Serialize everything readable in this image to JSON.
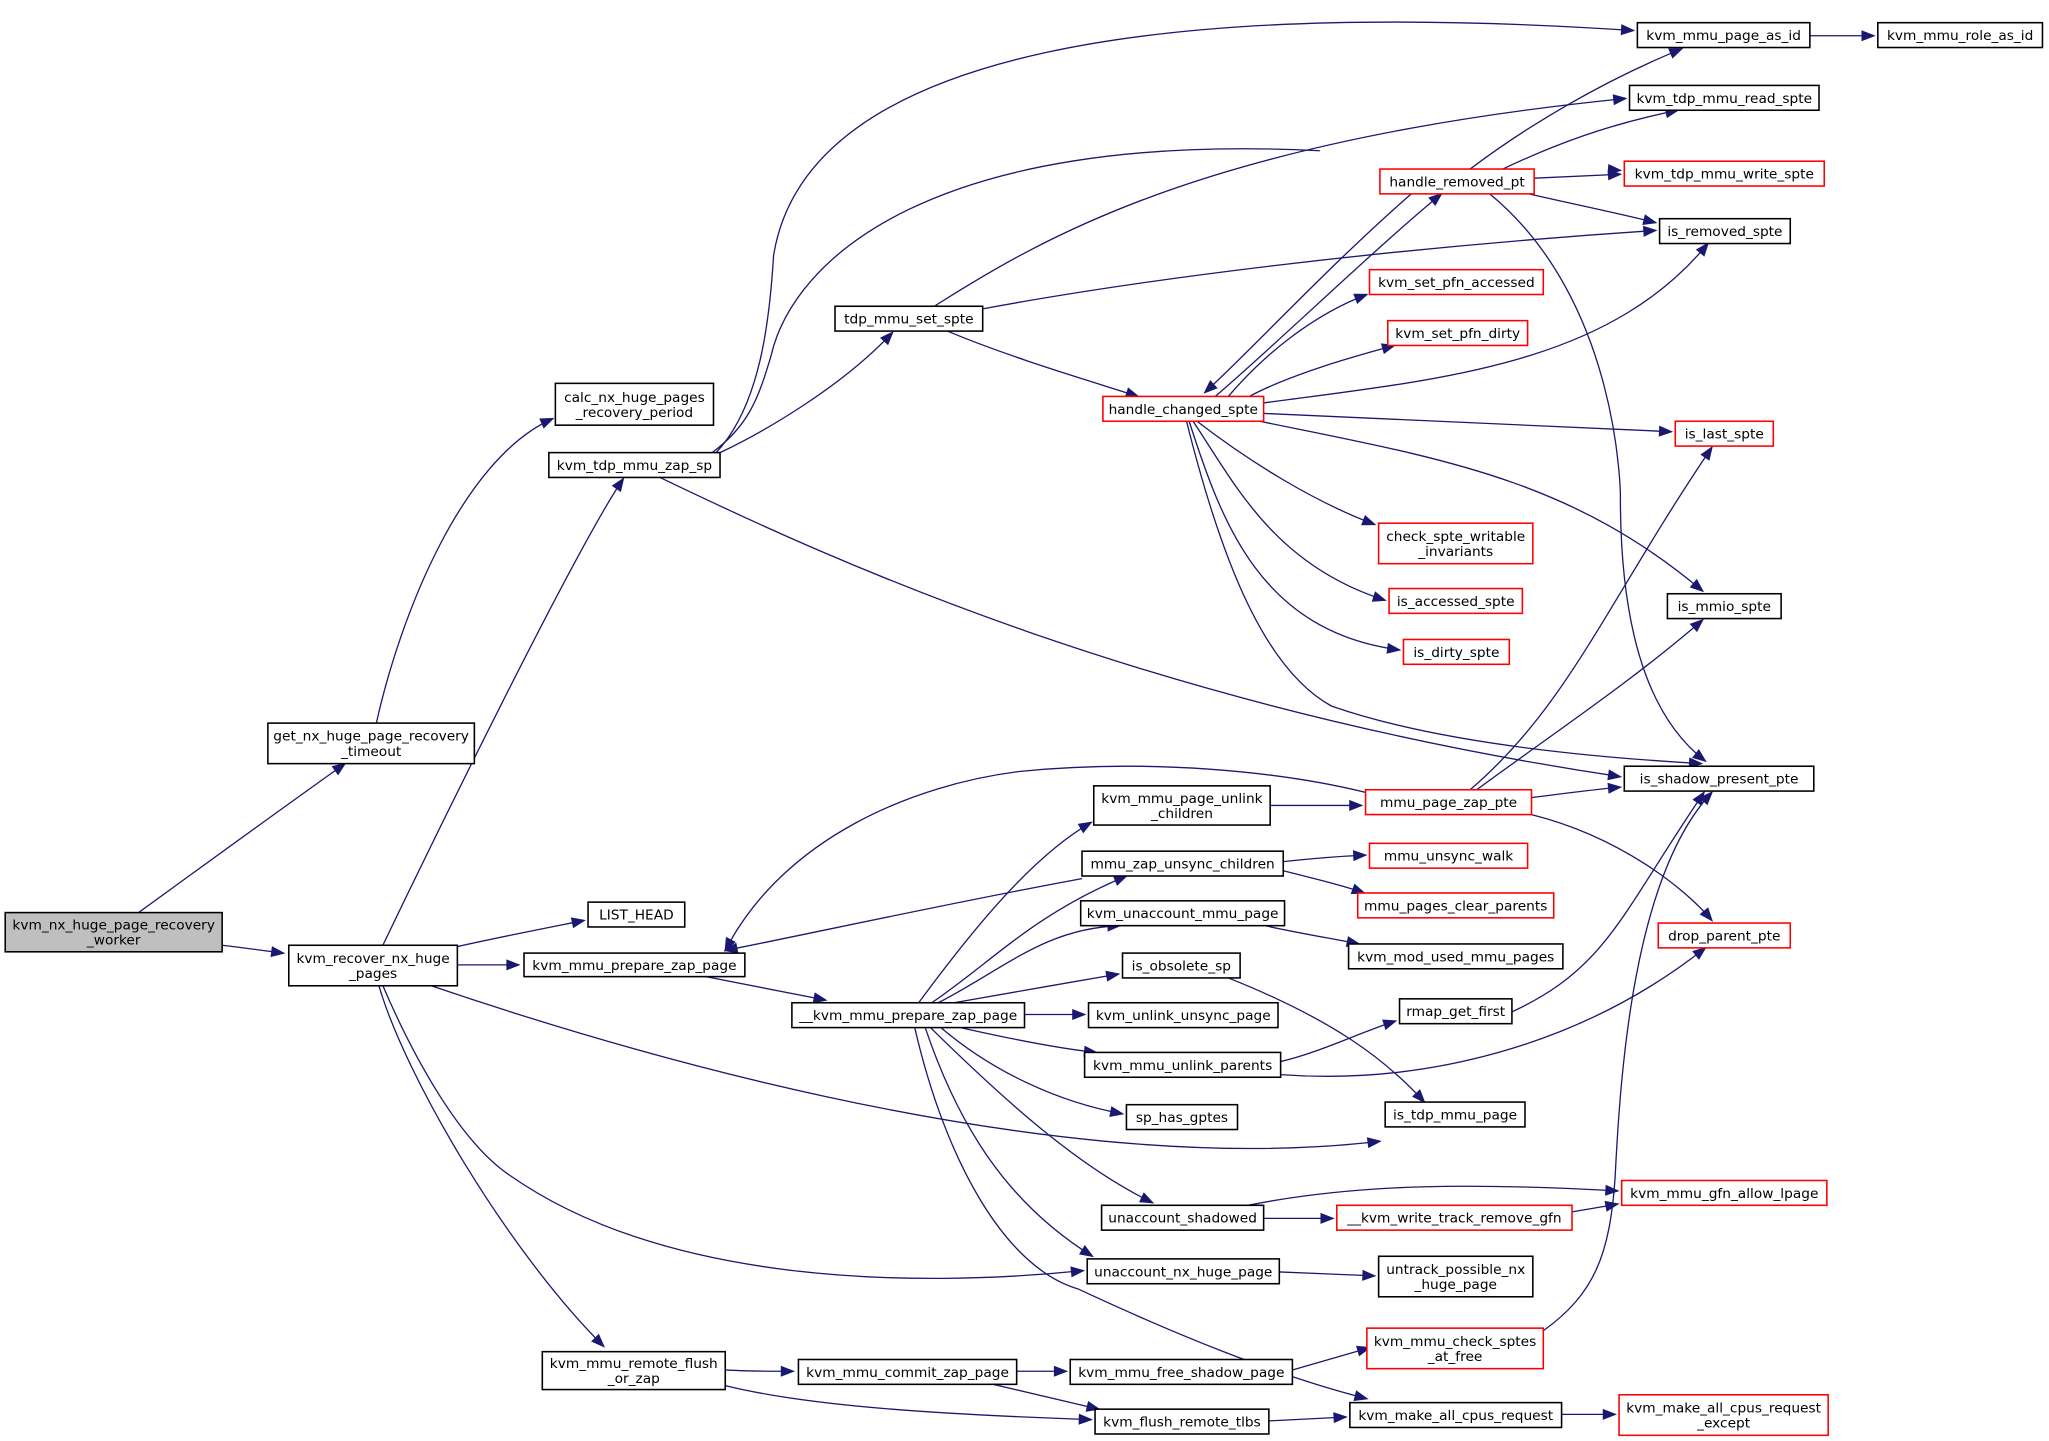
{
  "title": "",
  "colors": {
    "edge": "#191970",
    "border_black": "#000000",
    "border_red": "#ff0000",
    "root_fill": "#bfbfbf",
    "node_fill": "#ffffff",
    "text": "#000000"
  },
  "nodes": [
    {
      "id": "worker",
      "lines": [
        "kvm_nx_huge_page_recovery",
        "_worker"
      ],
      "border": "black",
      "root": true
    },
    {
      "id": "get_timeout",
      "lines": [
        "get_nx_huge_page_recovery",
        "_timeout"
      ],
      "border": "black"
    },
    {
      "id": "calc_period",
      "lines": [
        "calc_nx_huge_pages",
        "_recovery_period"
      ],
      "border": "black"
    },
    {
      "id": "recover",
      "lines": [
        "kvm_recover_nx_huge",
        "_pages"
      ],
      "border": "black"
    },
    {
      "id": "tdp_zap_sp",
      "lines": [
        "kvm_tdp_mmu_zap_sp"
      ],
      "border": "black"
    },
    {
      "id": "list_head",
      "lines": [
        "LIST_HEAD"
      ],
      "border": "black"
    },
    {
      "id": "prep_zap",
      "lines": [
        "kvm_mmu_prepare_zap_page"
      ],
      "border": "black"
    },
    {
      "id": "remote_flush",
      "lines": [
        "kvm_mmu_remote_flush",
        "_or_zap"
      ],
      "border": "black"
    },
    {
      "id": "tdp_set_spte",
      "lines": [
        "tdp_mmu_set_spte"
      ],
      "border": "black"
    },
    {
      "id": "__prep_zap",
      "lines": [
        "__kvm_mmu_prepare_zap_page"
      ],
      "border": "black"
    },
    {
      "id": "commit_zap",
      "lines": [
        "kvm_mmu_commit_zap_page"
      ],
      "border": "black"
    },
    {
      "id": "handle_changed",
      "lines": [
        "handle_changed_spte"
      ],
      "border": "red"
    },
    {
      "id": "unlink_children",
      "lines": [
        "kvm_mmu_page_unlink",
        "_children"
      ],
      "border": "black"
    },
    {
      "id": "zap_unsync",
      "lines": [
        "mmu_zap_unsync_children"
      ],
      "border": "black"
    },
    {
      "id": "unaccount_mmu",
      "lines": [
        "kvm_unaccount_mmu_page"
      ],
      "border": "black"
    },
    {
      "id": "is_obsolete",
      "lines": [
        "is_obsolete_sp"
      ],
      "border": "black"
    },
    {
      "id": "unlink_unsync",
      "lines": [
        "kvm_unlink_unsync_page"
      ],
      "border": "black"
    },
    {
      "id": "unlink_parents",
      "lines": [
        "kvm_mmu_unlink_parents"
      ],
      "border": "black"
    },
    {
      "id": "sp_has_gptes",
      "lines": [
        "sp_has_gptes"
      ],
      "border": "black"
    },
    {
      "id": "unacc_shadowed",
      "lines": [
        "unaccount_shadowed"
      ],
      "border": "black"
    },
    {
      "id": "unacc_nx",
      "lines": [
        "unaccount_nx_huge_page"
      ],
      "border": "black"
    },
    {
      "id": "free_shadow",
      "lines": [
        "kvm_mmu_free_shadow_page"
      ],
      "border": "black"
    },
    {
      "id": "flush_tlbs",
      "lines": [
        "kvm_flush_remote_tlbs"
      ],
      "border": "black"
    },
    {
      "id": "handle_removed",
      "lines": [
        "handle_removed_pt"
      ],
      "border": "red"
    },
    {
      "id": "set_pfn_acc",
      "lines": [
        "kvm_set_pfn_accessed"
      ],
      "border": "red"
    },
    {
      "id": "set_pfn_dirty",
      "lines": [
        "kvm_set_pfn_dirty"
      ],
      "border": "red"
    },
    {
      "id": "check_writable",
      "lines": [
        "check_spte_writable",
        "_invariants"
      ],
      "border": "red"
    },
    {
      "id": "is_accessed",
      "lines": [
        "is_accessed_spte"
      ],
      "border": "red"
    },
    {
      "id": "is_dirty",
      "lines": [
        "is_dirty_spte"
      ],
      "border": "red"
    },
    {
      "id": "zap_pte",
      "lines": [
        "mmu_page_zap_pte"
      ],
      "border": "red"
    },
    {
      "id": "unsync_walk",
      "lines": [
        "mmu_unsync_walk"
      ],
      "border": "red"
    },
    {
      "id": "clear_parents",
      "lines": [
        "mmu_pages_clear_parents"
      ],
      "border": "red"
    },
    {
      "id": "mod_used",
      "lines": [
        "kvm_mod_used_mmu_pages"
      ],
      "border": "black"
    },
    {
      "id": "rmap_first",
      "lines": [
        "rmap_get_first"
      ],
      "border": "black"
    },
    {
      "id": "is_tdp",
      "lines": [
        "is_tdp_mmu_page"
      ],
      "border": "black"
    },
    {
      "id": "write_track",
      "lines": [
        "__kvm_write_track_remove_gfn"
      ],
      "border": "red"
    },
    {
      "id": "untrack_nx",
      "lines": [
        "untrack_possible_nx",
        "_huge_page"
      ],
      "border": "black"
    },
    {
      "id": "check_sptes",
      "lines": [
        "kvm_mmu_check_sptes",
        "_at_free"
      ],
      "border": "red"
    },
    {
      "id": "make_all",
      "lines": [
        "kvm_make_all_cpus_request"
      ],
      "border": "black"
    },
    {
      "id": "page_as_id",
      "lines": [
        "kvm_mmu_page_as_id"
      ],
      "border": "black"
    },
    {
      "id": "role_as_id",
      "lines": [
        "kvm_mmu_role_as_id"
      ],
      "border": "black"
    },
    {
      "id": "read_spte",
      "lines": [
        "kvm_tdp_mmu_read_spte"
      ],
      "border": "black"
    },
    {
      "id": "write_spte",
      "lines": [
        "kvm_tdp_mmu_write_spte"
      ],
      "border": "red"
    },
    {
      "id": "is_removed",
      "lines": [
        "is_removed_spte"
      ],
      "border": "black"
    },
    {
      "id": "is_last",
      "lines": [
        "is_last_spte"
      ],
      "border": "red"
    },
    {
      "id": "is_mmio",
      "lines": [
        "is_mmio_spte"
      ],
      "border": "black"
    },
    {
      "id": "is_present",
      "lines": [
        "is_shadow_present_pte"
      ],
      "border": "black"
    },
    {
      "id": "drop_parent",
      "lines": [
        "drop_parent_pte"
      ],
      "border": "red"
    },
    {
      "id": "gfn_allow",
      "lines": [
        "kvm_mmu_gfn_allow_lpage"
      ],
      "border": "red"
    },
    {
      "id": "make_all_except",
      "lines": [
        "kvm_make_all_cpus_request",
        "_except"
      ],
      "border": "red"
    }
  ],
  "edges": [
    [
      "worker",
      "get_timeout"
    ],
    [
      "worker",
      "recover"
    ],
    [
      "get_timeout",
      "calc_period"
    ],
    [
      "recover",
      "tdp_zap_sp"
    ],
    [
      "recover",
      "list_head"
    ],
    [
      "recover",
      "prep_zap"
    ],
    [
      "recover",
      "is_tdp"
    ],
    [
      "recover",
      "unacc_nx"
    ],
    [
      "recover",
      "remote_flush"
    ],
    [
      "tdp_zap_sp",
      "page_as_id"
    ],
    [
      "tdp_zap_sp",
      "write_spte"
    ],
    [
      "tdp_zap_sp",
      "tdp_set_spte"
    ],
    [
      "tdp_zap_sp",
      "is_present"
    ],
    [
      "tdp_set_spte",
      "read_spte"
    ],
    [
      "tdp_set_spte",
      "is_removed"
    ],
    [
      "tdp_set_spte",
      "handle_changed"
    ],
    [
      "handle_changed",
      "handle_removed"
    ],
    [
      "handle_changed",
      "set_pfn_acc"
    ],
    [
      "handle_changed",
      "set_pfn_dirty"
    ],
    [
      "handle_changed",
      "is_removed"
    ],
    [
      "handle_changed",
      "is_last"
    ],
    [
      "handle_changed",
      "check_writable"
    ],
    [
      "handle_changed",
      "is_accessed"
    ],
    [
      "handle_changed",
      "is_dirty"
    ],
    [
      "handle_changed",
      "is_mmio"
    ],
    [
      "handle_changed",
      "is_present"
    ],
    [
      "handle_removed",
      "page_as_id"
    ],
    [
      "handle_removed",
      "read_spte"
    ],
    [
      "handle_removed",
      "write_spte"
    ],
    [
      "handle_removed",
      "is_removed"
    ],
    [
      "handle_removed",
      "handle_changed"
    ],
    [
      "handle_removed",
      "is_present"
    ],
    [
      "page_as_id",
      "role_as_id"
    ],
    [
      "prep_zap",
      "__prep_zap"
    ],
    [
      "__prep_zap",
      "unlink_children"
    ],
    [
      "__prep_zap",
      "zap_unsync"
    ],
    [
      "__prep_zap",
      "unaccount_mmu"
    ],
    [
      "__prep_zap",
      "is_obsolete"
    ],
    [
      "__prep_zap",
      "unlink_unsync"
    ],
    [
      "__prep_zap",
      "unlink_parents"
    ],
    [
      "__prep_zap",
      "sp_has_gptes"
    ],
    [
      "__prep_zap",
      "unacc_shadowed"
    ],
    [
      "__prep_zap",
      "unacc_nx"
    ],
    [
      "__prep_zap",
      "make_all"
    ],
    [
      "unlink_children",
      "zap_pte"
    ],
    [
      "zap_pte",
      "prep_zap"
    ],
    [
      "zap_pte",
      "is_last"
    ],
    [
      "zap_pte",
      "is_mmio"
    ],
    [
      "zap_pte",
      "is_present"
    ],
    [
      "zap_pte",
      "drop_parent"
    ],
    [
      "zap_unsync",
      "prep_zap"
    ],
    [
      "zap_unsync",
      "unsync_walk"
    ],
    [
      "zap_unsync",
      "clear_parents"
    ],
    [
      "unaccount_mmu",
      "mod_used"
    ],
    [
      "is_obsolete",
      "is_tdp"
    ],
    [
      "unlink_parents",
      "rmap_first"
    ],
    [
      "unlink_parents",
      "drop_parent"
    ],
    [
      "rmap_first",
      "is_present"
    ],
    [
      "unacc_shadowed",
      "gfn_allow"
    ],
    [
      "unacc_shadowed",
      "write_track"
    ],
    [
      "write_track",
      "gfn_allow"
    ],
    [
      "unacc_nx",
      "untrack_nx"
    ],
    [
      "remote_flush",
      "commit_zap"
    ],
    [
      "remote_flush",
      "flush_tlbs"
    ],
    [
      "commit_zap",
      "free_shadow"
    ],
    [
      "commit_zap",
      "flush_tlbs"
    ],
    [
      "free_shadow",
      "check_sptes"
    ],
    [
      "check_sptes",
      "is_present"
    ],
    [
      "flush_tlbs",
      "make_all"
    ],
    [
      "make_all",
      "make_all_except"
    ]
  ]
}
